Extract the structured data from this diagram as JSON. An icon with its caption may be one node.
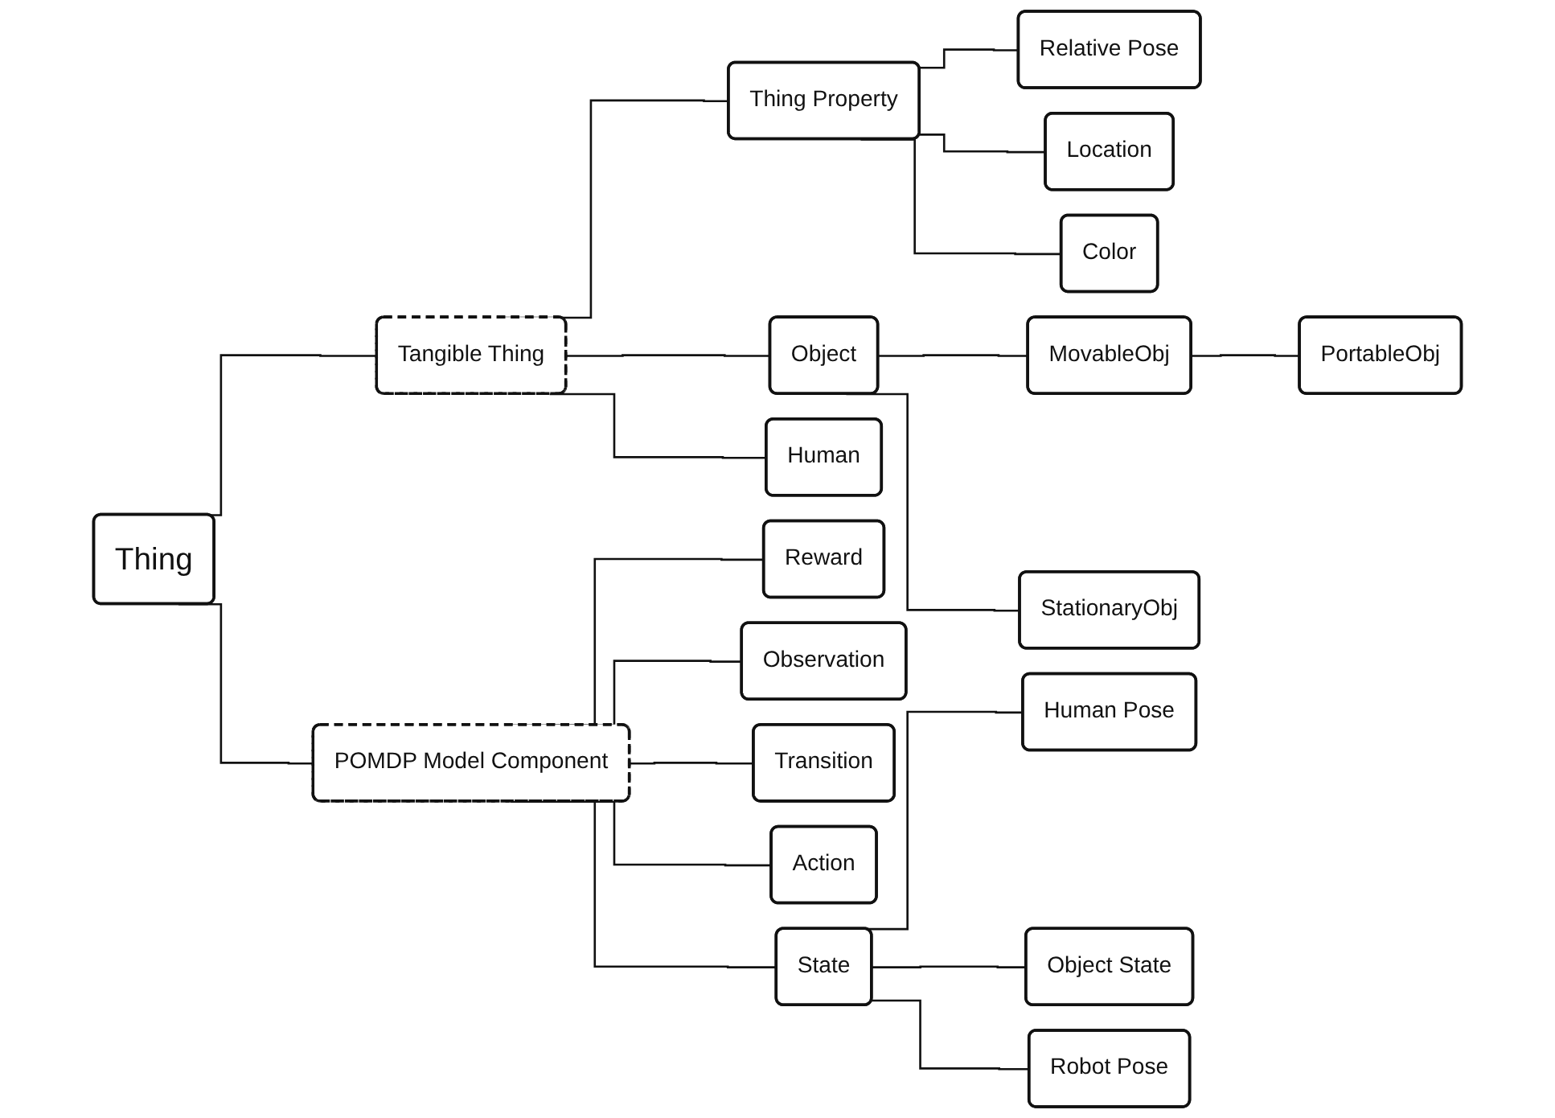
{
  "diagram": {
    "nodes": [
      {
        "text": [
          "Thing"
        ]
      },
      {
        "text": [
          "Tangible Thing"
        ]
      },
      {
        "text": [
          "Thing Property"
        ]
      },
      {
        "text": [
          "Relative Pose"
        ]
      },
      {
        "text": [
          "Location"
        ]
      },
      {
        "text": [
          "Color"
        ]
      },
      {
        "text": [
          "Object"
        ]
      },
      {
        "text": [
          "MovableObj"
        ]
      },
      {
        "text": [
          "PortableObj"
        ]
      },
      {
        "text": [
          "StationaryObj"
        ]
      },
      {
        "text": [
          "Human"
        ]
      },
      {
        "text": [
          "POMDP Model Component"
        ]
      },
      {
        "text": [
          "Reward"
        ]
      },
      {
        "text": [
          "Observation"
        ]
      },
      {
        "text": [
          "Transition"
        ]
      },
      {
        "text": [
          "Action"
        ]
      },
      {
        "text": [
          "State"
        ]
      },
      {
        "text": [
          "Human Pose"
        ]
      },
      {
        "text": [
          "Object State"
        ]
      },
      {
        "text": [
          "Robot Pose"
        ]
      }
    ],
    "edges": [
      {
        "from": 0,
        "to": 1,
        "arrow": "none"
      },
      {
        "from": 1,
        "to": 2,
        "arrow": "none"
      },
      {
        "from": 2,
        "to": 3,
        "arrow": "none"
      },
      {
        "from": 2,
        "to": 4,
        "arrow": "none"
      },
      {
        "from": 2,
        "to": 5,
        "arrow": "none"
      },
      {
        "from": 1,
        "to": 6,
        "arrow": "none"
      },
      {
        "from": 6,
        "to": 7,
        "arrow": "none"
      },
      {
        "from": 7,
        "to": 8,
        "arrow": "none"
      },
      {
        "from": 6,
        "to": 9,
        "arrow": "none"
      },
      {
        "from": 1,
        "to": 10,
        "arrow": "none"
      },
      {
        "from": 0,
        "to": 11,
        "arrow": "none"
      },
      {
        "from": 11,
        "to": 12,
        "arrow": "none"
      },
      {
        "from": 11,
        "to": 13,
        "arrow": "none"
      },
      {
        "from": 11,
        "to": 14,
        "arrow": "none"
      },
      {
        "from": 11,
        "to": 15,
        "arrow": "none"
      },
      {
        "from": 11,
        "to": 16,
        "arrow": "none"
      },
      {
        "from": 16,
        "to": 17,
        "arrow": "none"
      },
      {
        "from": 16,
        "to": 18,
        "arrow": "none"
      },
      {
        "from": 16,
        "to": 19,
        "arrow": "none"
      }
    ]
  }
}
